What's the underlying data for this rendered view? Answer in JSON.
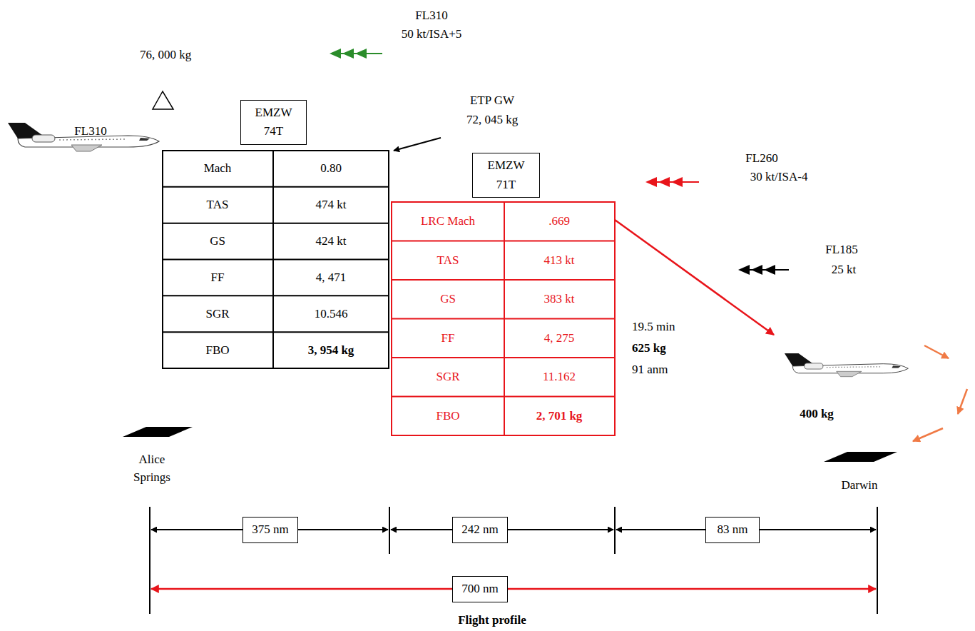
{
  "diagram": {
    "caption": "Flight profile",
    "nodes": [
      {
        "text": [
          "EMZW 74T"
        ]
      },
      {
        "text": [
          "EMZW 71T"
        ]
      },
      {
        "text": [
          "375 nm"
        ]
      },
      {
        "text": [
          "242 nm"
        ]
      },
      {
        "text": [
          "83 nm"
        ]
      },
      {
        "text": [
          "700 nm"
        ]
      }
    ],
    "labels": [
      "76, 000 kg",
      "FL310",
      "FL310",
      "50 kt/ISA+5",
      "ETP GW",
      "72, 045 kg",
      "Mach",
      "0.80",
      "TAS",
      "474 kt",
      "GS",
      "424 kt",
      "FF",
      "4, 471",
      "SGR",
      "10.546",
      "FBO",
      "3, 954 kg",
      "LRC Mach",
      ".669",
      "TAS",
      "413 kt",
      "GS",
      "383 kt",
      "FF",
      "4, 275",
      "SGR",
      "11.162",
      "FBO",
      "2, 701 kg",
      "FL260",
      "30 kt/ISA-4",
      "FL185",
      "25 kt",
      "19.5 min",
      "625 kg",
      "91 anm",
      "400 kg",
      "Alice Springs",
      "Darwin"
    ]
  }
}
